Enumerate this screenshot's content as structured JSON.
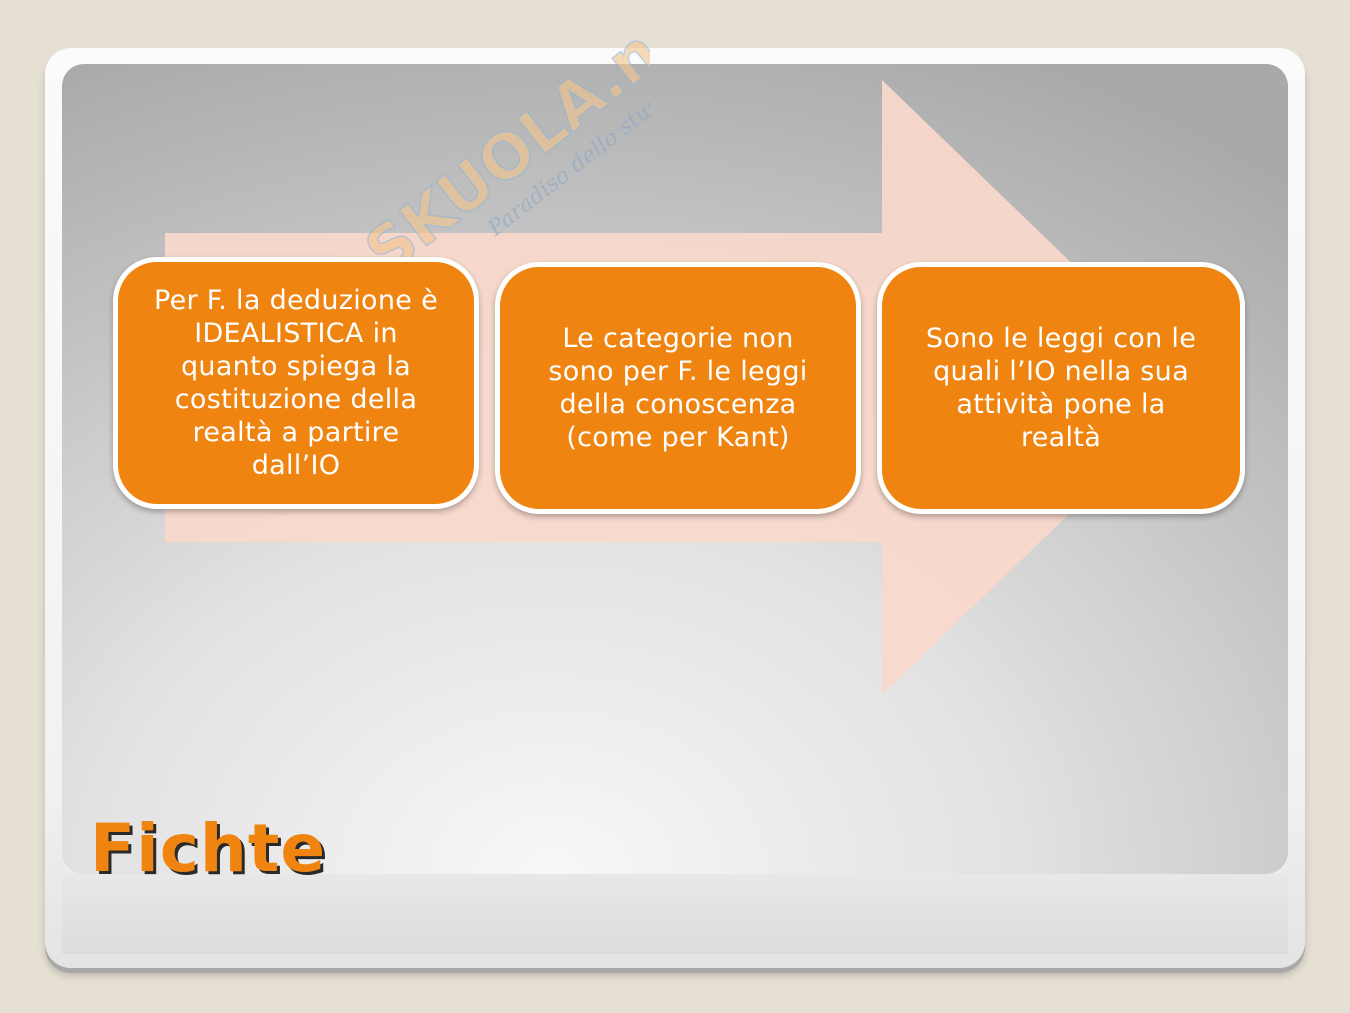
{
  "slide": {
    "title": "Fichte"
  },
  "process": {
    "steps": [
      {
        "lines": [
          "Per F. la deduzione è",
          "IDEALISTICA in",
          "quanto spiega la",
          "costituzione della",
          "realtà a partire",
          "dall’IO"
        ]
      },
      {
        "lines": [
          "Le categorie non",
          "sono per F. le leggi",
          "della conoscenza",
          "(come per Kant)"
        ]
      },
      {
        "lines": [
          "Sono le leggi con le",
          "quali l’IO nella sua",
          "attività pone la",
          "realtà"
        ]
      }
    ]
  },
  "watermark": {
    "brand": "SKUOLA.net",
    "tagline": "Paradiso dello studente"
  },
  "colors": {
    "accent": "#ef8510",
    "arrow": "#f8d8cb",
    "background": "#e6e0d4"
  }
}
